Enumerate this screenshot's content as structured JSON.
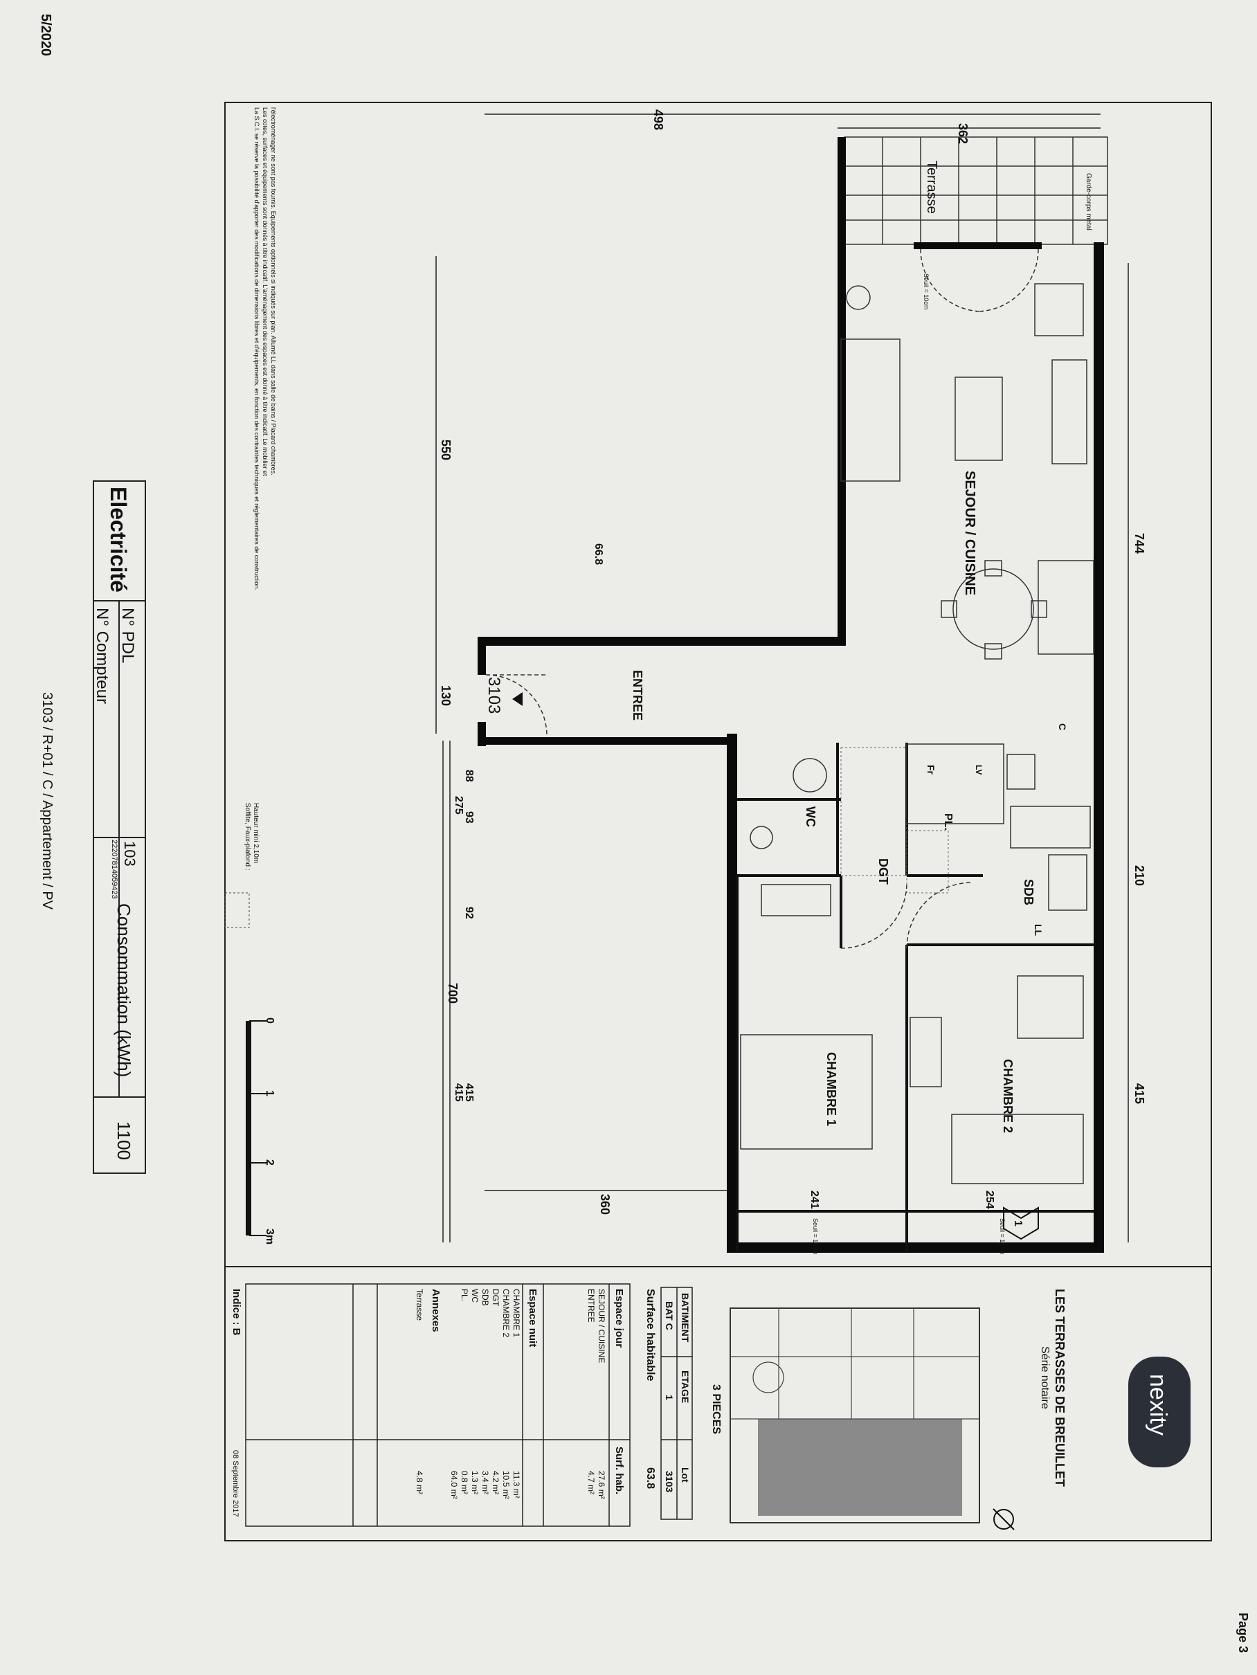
{
  "page": {
    "date_fragment": "5/2020",
    "page_label": "Page 3",
    "footer_reference": "3103 / R+01 / C / Appartement / PV"
  },
  "title_block": {
    "brand": "nexity",
    "project": "LES TERRASSES DE BREUILLET",
    "series": "Série notaire",
    "type": "3 PIECES",
    "headers": [
      "BATIMENT",
      "ETAGE",
      "Lot"
    ],
    "values": [
      "BAT C",
      "1",
      "3103"
    ],
    "surface_label": "Surface habitable",
    "surface_value": "63.8",
    "espace_jour_label": "Espace jour",
    "surf_hab_label": "Surf. hab.",
    "jour_rooms": [
      {
        "name": "SEJOUR / CUISINE",
        "area": "27.6 m²"
      },
      {
        "name": "ENTREE",
        "area": "4.7 m²"
      }
    ],
    "espace_nuit_label": "Espace nuit",
    "nuit_rooms": [
      {
        "name": "CHAMBRE 1",
        "area": "11.3 m²"
      },
      {
        "name": "CHAMBRE 2",
        "area": "10.5 m²"
      },
      {
        "name": "DGT",
        "area": "4.2 m²"
      },
      {
        "name": "SDB",
        "area": "3.4 m²"
      },
      {
        "name": "WC",
        "area": "1.3 m²"
      },
      {
        "name": "PL.",
        "area": "0.8 m²"
      }
    ],
    "total_area": "64.0 m²",
    "annexes_label": "Annexes",
    "annexes": [
      {
        "name": "Terrasse",
        "area": "4.8 m²"
      }
    ],
    "indice": "Indice : B",
    "date": "08 Septembre 2017"
  },
  "plan": {
    "rooms": {
      "sejour": "SEJOUR / CUISINE",
      "entree": "ENTREE",
      "chambre1": "CHAMBRE 1",
      "chambre2": "CHAMBRE 2",
      "sdb": "SDB",
      "dgt": "DGT",
      "wc": "WC",
      "pl": "PL.",
      "terrasse": "Terrasse",
      "lot": "3103",
      "garde_corps": "Garde-corps\nmetal",
      "seuil": "Seuil = 10cm",
      "fr": "Fr",
      "lv": "LV",
      "ll": "LL",
      "c": "C",
      "level_marker": "1"
    },
    "dimensions": {
      "top_498": "498",
      "top_362": "362",
      "right_744": "744",
      "right_210": "210",
      "right_415": "415",
      "left_550": "550",
      "left_66_8": "66.8",
      "left_130": "130",
      "left_700": "700",
      "left_360": "360",
      "left_415a": "415",
      "left_415b": "415",
      "d88": "88",
      "d93": "93",
      "d92": "92",
      "d275": "275",
      "d241": "241",
      "d254": "254"
    },
    "legend_soffite": "Soffite, Faux-plafond :\nHauteur mini 2,10m",
    "disclaimer": "La S.C.I. se réserve la possibilité d'apporter des modifications de dimensions libres et d'équipements, en fonction des contraintes techniques et réglementaires de construction.\nLes cotes, surfaces et équipements sont donnés à titre indicatif. L'aménagement des espaces est donné à titre indicatif. Le mobilier et\nl'électroménager ne sont pas fournis. Equipements optionnels si indiqués sur plan. Allumé LL dans salle de bains / Placard chambres.",
    "scale_labels": [
      "0",
      "1",
      "2",
      "3m"
    ]
  },
  "electricity": {
    "title": "Electricité",
    "pdl_label": "N° PDL",
    "compteur_label": "N° Compteur",
    "row1_value": "103",
    "compteur_value": "22207814059423",
    "consumption_label": "Consommation (kWh)",
    "consumption_value": "1100"
  }
}
